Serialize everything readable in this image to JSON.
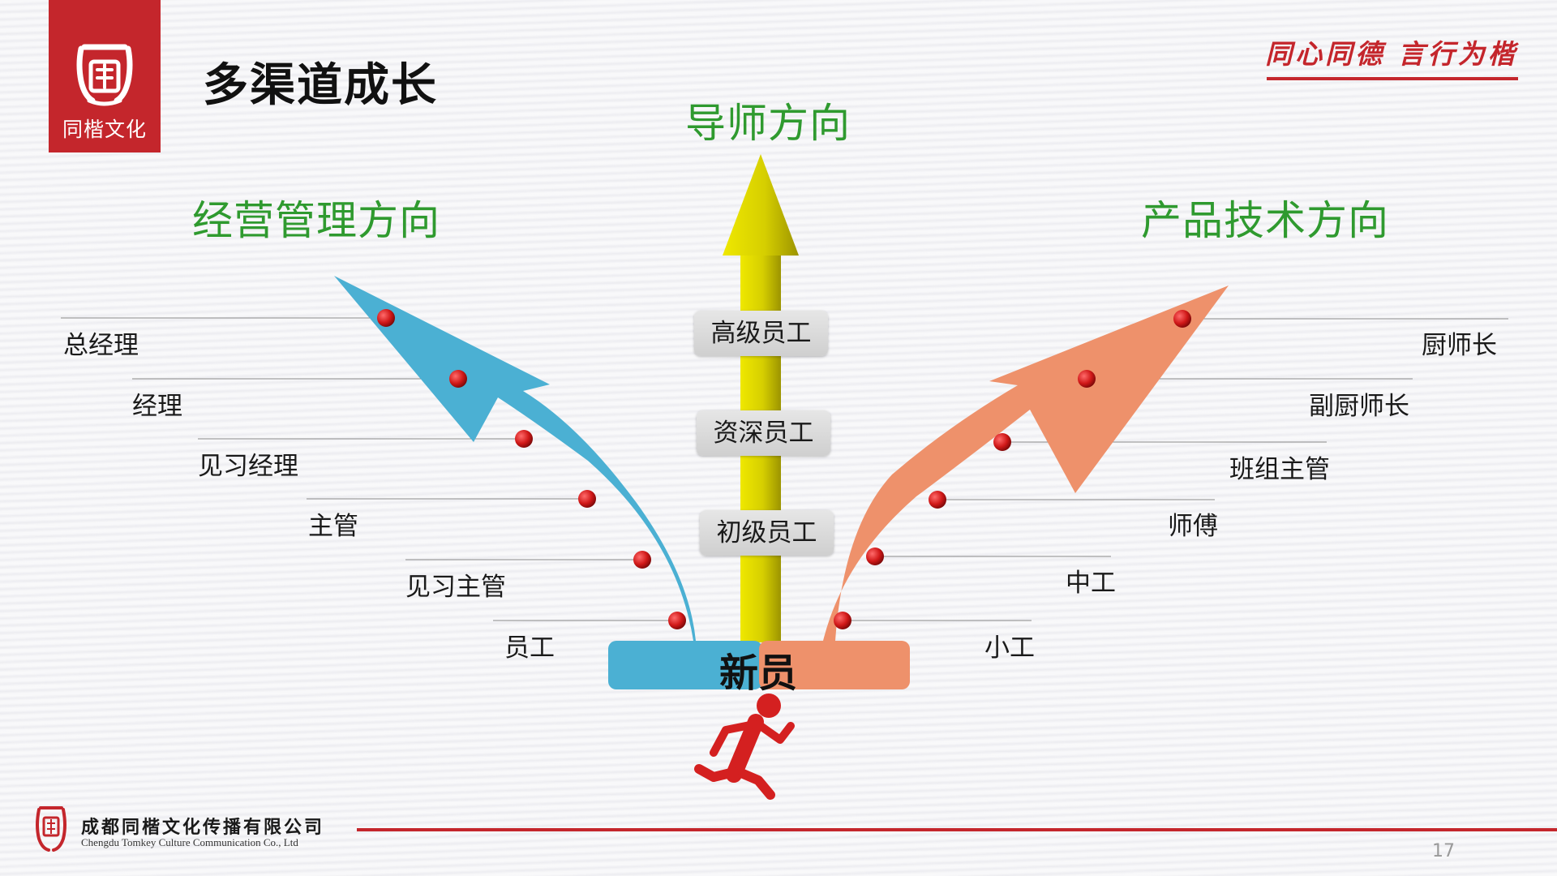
{
  "header": {
    "title": "多渠道成长",
    "slogan": "同心同德 言行为楷",
    "logo_text": "同楷文化",
    "logo_icon": "tongkai-seal-icon"
  },
  "diagram": {
    "directions": {
      "management": "经营管理方向",
      "mentor": "导师方向",
      "technical": "产品技术方向"
    },
    "start": "新员",
    "management_levels": [
      "员工",
      "见习主管",
      "主管",
      "见习经理",
      "经理",
      "总经理"
    ],
    "mentor_levels": [
      "初级员工",
      "资深员工",
      "高级员工"
    ],
    "technical_levels": [
      "小工",
      "中工",
      "师傅",
      "班组主管",
      "副厨师长",
      "厨师长"
    ],
    "colors": {
      "management": "#4bb0d3",
      "mentor": "#d9d400",
      "technical": "#ee916b",
      "node": "#d01818",
      "runner": "#d42020",
      "label": "#2f9a2f"
    },
    "runner_icon": "running-person-icon"
  },
  "footer": {
    "company_cn": "成都同楷文化传播有限公司",
    "company_en": "Chengdu Tomkey Culture Communication Co., Ltd",
    "page": "17"
  }
}
